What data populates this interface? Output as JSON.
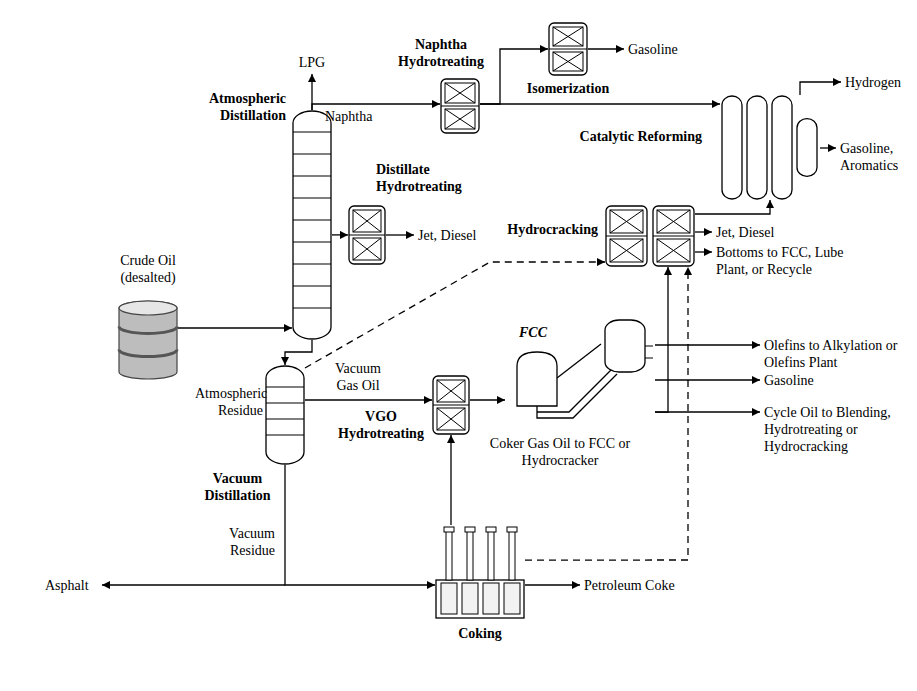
{
  "diagram": {
    "nodes": [
      {
        "text": [
          "Crude Oil (desalted)"
        ]
      },
      {
        "text": [
          "Atmospheric Distillation"
        ]
      },
      {
        "text": [
          "Naphtha Hydrotreating"
        ]
      },
      {
        "text": [
          "Isomerization"
        ]
      },
      {
        "text": [
          "Catalytic Reforming"
        ]
      },
      {
        "text": [
          "Distillate Hydrotreating"
        ]
      },
      {
        "text": [
          "Hydrocracking"
        ]
      },
      {
        "text": [
          "Vacuum Distillation"
        ]
      },
      {
        "text": [
          "VGO Hydrotreating"
        ]
      },
      {
        "text": [
          "FCC"
        ]
      },
      {
        "text": [
          "Coking"
        ]
      }
    ],
    "edges": [
      {
        "from": 0,
        "to": 1,
        "arrow": "to"
      },
      {
        "from": 1,
        "to": 2,
        "arrow": "to"
      },
      {
        "from": 2,
        "to": 3,
        "arrow": "to"
      },
      {
        "from": 2,
        "to": 4,
        "arrow": "to"
      },
      {
        "from": 1,
        "to": 5,
        "arrow": "to"
      },
      {
        "from": 1,
        "to": 7,
        "arrow": "to"
      },
      {
        "from": 7,
        "to": 6,
        "arrow": "to"
      },
      {
        "from": 7,
        "to": 8,
        "arrow": "to"
      },
      {
        "from": 8,
        "to": 9,
        "arrow": "to"
      },
      {
        "from": 9,
        "to": 6,
        "arrow": "to"
      },
      {
        "from": 6,
        "to": 4,
        "arrow": "to"
      },
      {
        "from": 10,
        "to": 8,
        "arrow": "to"
      },
      {
        "from": 10,
        "to": 6,
        "arrow": "to"
      },
      {
        "from": 7,
        "to": 10,
        "arrow": "to"
      }
    ],
    "labels": [
      "LPG",
      "Naphtha",
      "Gasoline",
      "Hydrogen",
      "Gasoline, Aromatics",
      "Jet, Diesel",
      "Jet, Diesel",
      "Bottoms to FCC, Lube Plant, or Recycle",
      "Atmospheric Residue",
      "Vacuum Gas Oil",
      "Olefins to Alkylation or Olefins Plant",
      "Gasoline",
      "Cycle Oil to Blending, Hydrotreating or Hydrocracking",
      "Coker Gas Oil to FCC or Hydrocracker",
      "Vacuum Residue",
      "Asphalt",
      "Petroleum Coke"
    ]
  }
}
